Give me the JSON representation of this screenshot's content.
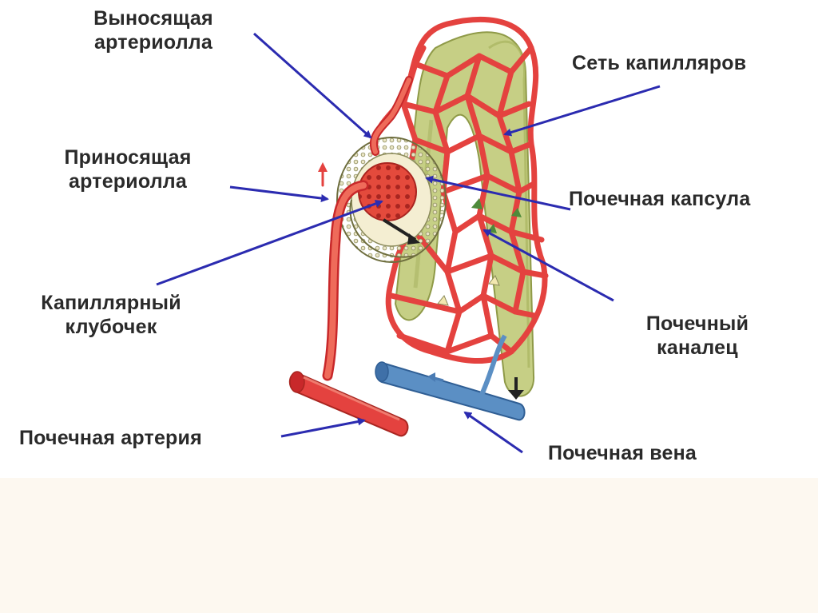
{
  "labels": {
    "efferent_arteriole": [
      "Выносящая",
      "артериолла"
    ],
    "capillary_network": "Сеть капилляров",
    "afferent_arteriole": [
      "Приносящая",
      "артериолла"
    ],
    "renal_capsule": "Почечная капсула",
    "glomerulus": [
      "Капиллярный",
      "клубочек"
    ],
    "renal_tubule": [
      "Почечный",
      "каналец"
    ],
    "renal_artery": "Почечная артерия",
    "renal_vein": "Почечная вена"
  },
  "colors": {
    "vessel_red": "#e4423f",
    "vessel_outline": "#c8282a",
    "tubule_green": "#c6cf85",
    "tubule_dark": "#8f9a48",
    "vein_blue": "#5b8fc4",
    "pointer": "#2b2bb0",
    "capsule_cream": "#ece5bd"
  }
}
